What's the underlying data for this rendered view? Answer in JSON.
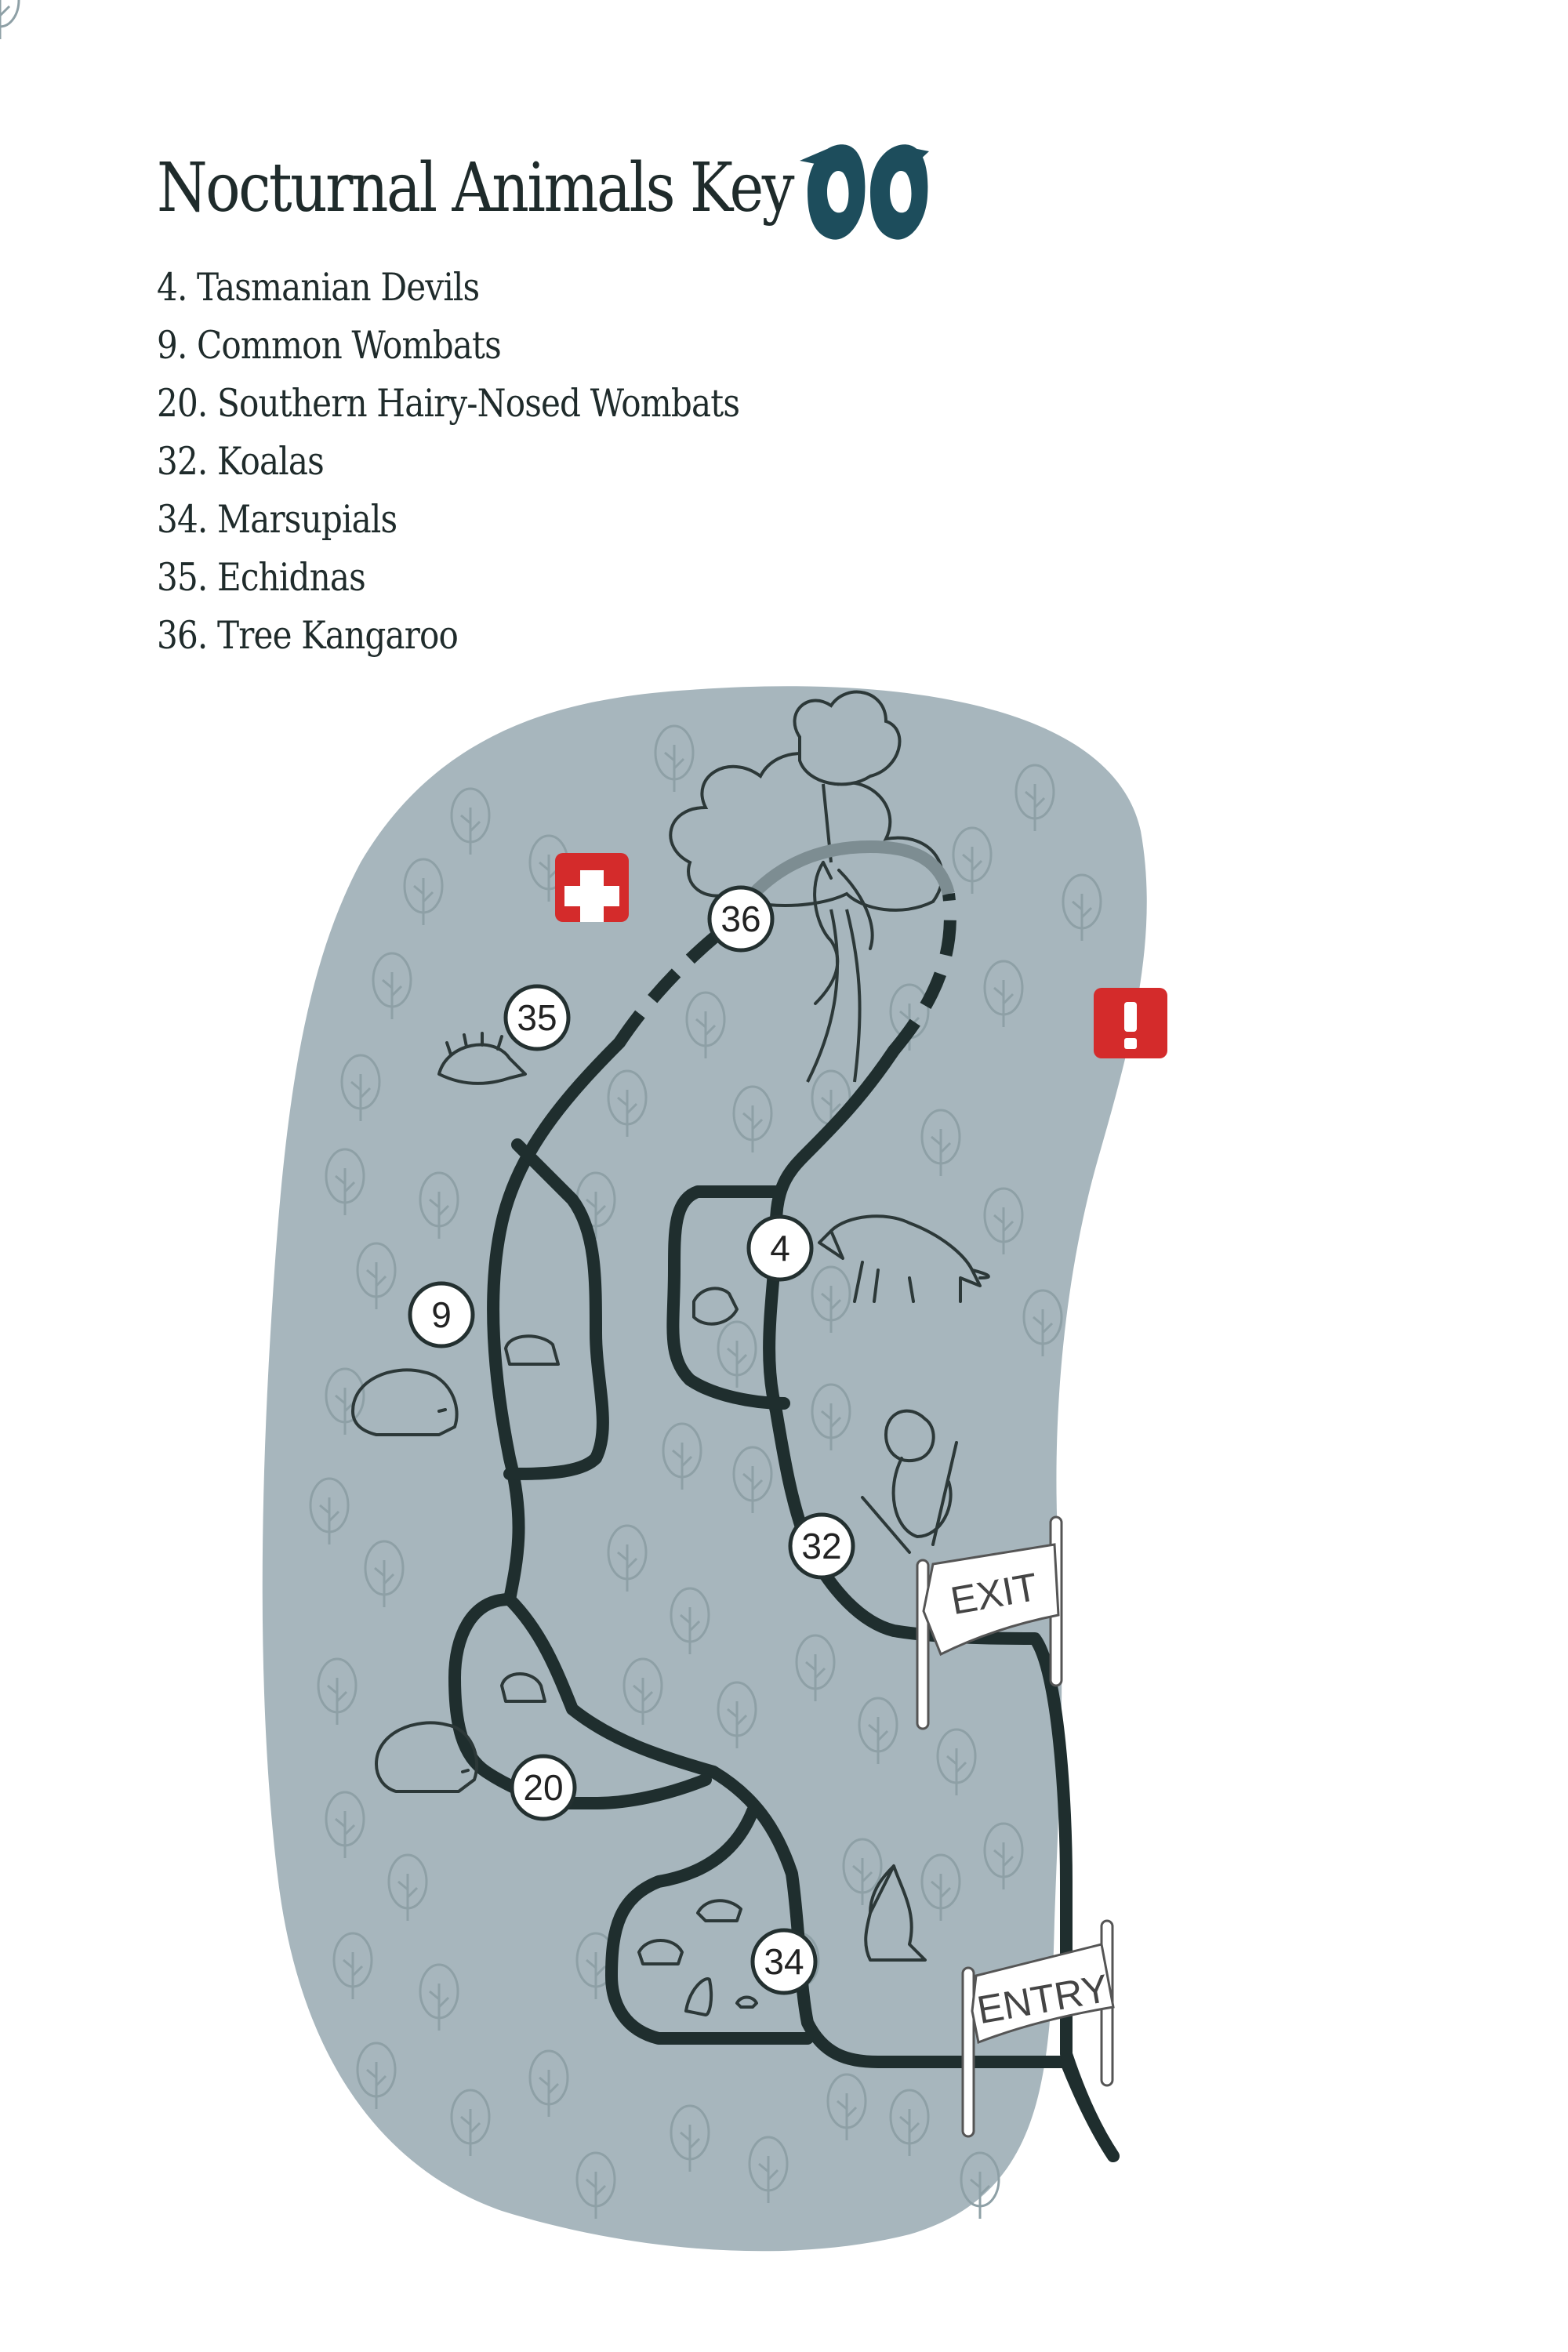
{
  "key": {
    "title": "Nocturnal Animals Key",
    "logo_icon": "eyes-logo-icon",
    "items": [
      "4. Tasmanian Devils",
      "9. Common Wombats",
      "20. Southern Hairy-Nosed Wombats",
      "32. Koalas",
      "34. Marsupials",
      "35. Echidnas",
      "36. Tree Kangaroo"
    ]
  },
  "map": {
    "stops": [
      "36",
      "35",
      "9",
      "4",
      "32",
      "20",
      "34"
    ],
    "signs": {
      "exit": "EXIT",
      "entry": "ENTRY"
    },
    "icons": [
      "first-aid-icon",
      "warning-icon"
    ],
    "colors": {
      "area": "#a7b6bd",
      "path": "#1f2e2e",
      "alert_red": "#d42b2b",
      "logo": "#1d4d5c"
    }
  }
}
